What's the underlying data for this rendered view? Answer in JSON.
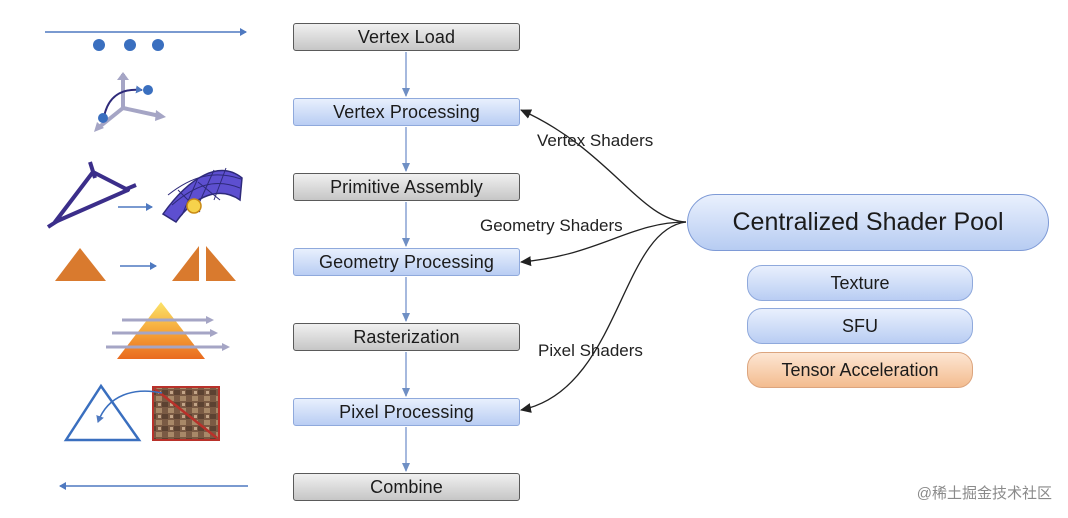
{
  "pipeline": {
    "stages": [
      {
        "label": "Vertex Load",
        "style": "gray"
      },
      {
        "label": "Vertex Processing",
        "style": "blue"
      },
      {
        "label": "Primitive Assembly",
        "style": "gray"
      },
      {
        "label": "Geometry Processing",
        "style": "blue"
      },
      {
        "label": "Rasterization",
        "style": "gray"
      },
      {
        "label": "Pixel Processing",
        "style": "blue"
      },
      {
        "label": "Combine",
        "style": "gray"
      }
    ]
  },
  "shaders": {
    "vertex": "Vertex Shaders",
    "geometry": "Geometry Shaders",
    "pixel": "Pixel Shaders"
  },
  "pool": {
    "title": "Centralized Shader Pool",
    "units": [
      {
        "label": "Texture",
        "style": "blue"
      },
      {
        "label": "SFU",
        "style": "blue"
      },
      {
        "label": "Tensor Acceleration",
        "style": "orange"
      }
    ]
  },
  "watermark": "@稀土掘金技术社区",
  "colors": {
    "stage_blue": "#b9cdf3",
    "stage_gray": "#c6c6c6",
    "accent_orange": "#f3bc8f",
    "icon_blue": "#3a6fbf",
    "icon_navy": "#2e2a7a",
    "icon_orange": "#d97a2e"
  }
}
